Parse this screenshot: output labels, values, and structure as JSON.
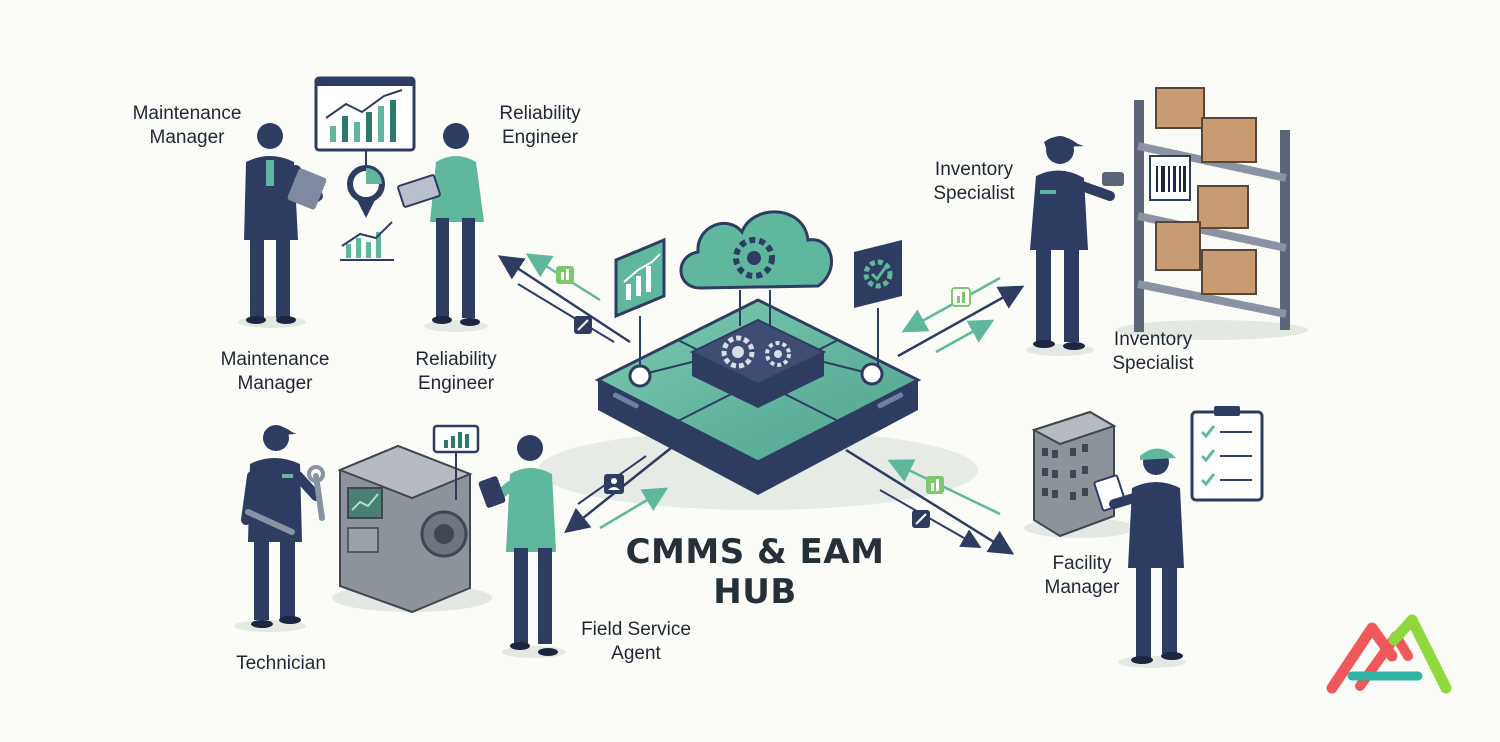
{
  "hub": {
    "title_line1": "CMMS & EAM",
    "title_line2": "HUB"
  },
  "roles": {
    "maintenance_manager_top": [
      "Maintenance",
      "Manager"
    ],
    "reliability_engineer_top": [
      "Reliability",
      "Engineer"
    ],
    "maintenance_manager_bottom": [
      "Maintenance",
      "Manager"
    ],
    "reliability_engineer_bottom": [
      "Reliability",
      "Engineer"
    ],
    "inventory_specialist_top": [
      "Inventory",
      "Specialist"
    ],
    "inventory_specialist_bottom": [
      "Inventory",
      "Specialist"
    ],
    "technician": [
      "Technician"
    ],
    "field_service_agent": [
      "Field Service",
      "Agent"
    ],
    "facility_manager": [
      "Facility",
      "Manager"
    ]
  },
  "icons": {
    "hub": [
      "cloud-gear-icon",
      "gears-icon",
      "chart-icon",
      "shield-gear-icon"
    ],
    "flows": [
      "bar-chart-icon",
      "tool-icon",
      "user-icon",
      "checklist-icon"
    ]
  },
  "colors": {
    "navy": "#2f3c62",
    "teal": "#5fb79e",
    "dark_teal": "#2d7a6c",
    "green_accent": "#7bc96a",
    "logo_red": "#f0595c",
    "logo_green": "#8ed83d",
    "ink": "#1e2733"
  }
}
